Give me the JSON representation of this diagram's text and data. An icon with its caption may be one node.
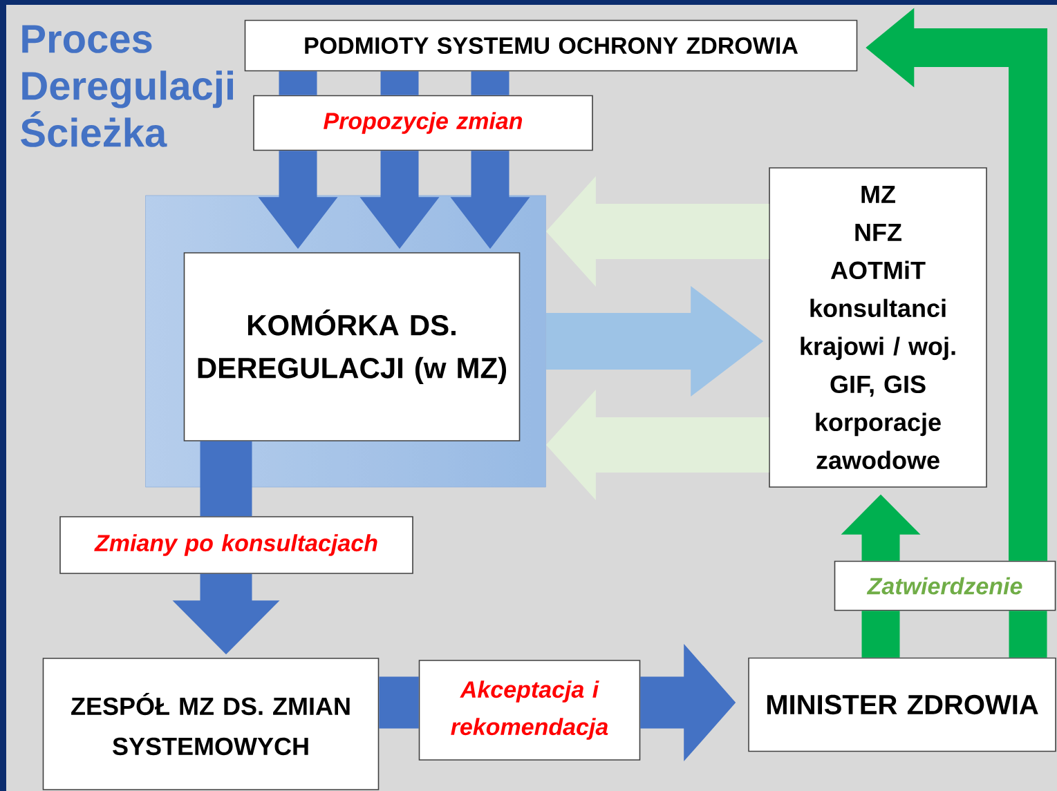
{
  "diagram": {
    "title": "Proces Deregulacji Ścieżka",
    "nodes": [
      {
        "text": [
          "PODMIOTY SYSTEMU OCHRONY ZDROWIA"
        ]
      },
      {
        "text": [
          "Propozycje zmian"
        ]
      },
      {
        "text": [],
        "shape": "box"
      },
      {
        "text": [
          "KOMÓRKA DS. DEREGULACJI (w MZ)"
        ],
        "in": 2
      },
      {
        "text": [
          "MZ",
          "NFZ",
          "AOTMiT",
          "konsultanci krajowi / woj.",
          "GIF, GIS",
          "korporacje zawodowe"
        ]
      },
      {
        "text": [
          "Zmiany po konsultacjach"
        ]
      },
      {
        "text": [
          "ZESPÓŁ MZ DS. ZMIAN SYSTEMOWYCH"
        ]
      },
      {
        "text": [
          "Akceptacja i rekomendacja"
        ]
      },
      {
        "text": [
          "MINISTER ZDROWIA"
        ]
      },
      {
        "text": [
          "Zatwierdzenie"
        ]
      }
    ],
    "edges": [
      {
        "from": 0,
        "to": 1,
        "arrow": "none"
      },
      {
        "from": 0,
        "to": 1,
        "arrow": "none"
      },
      {
        "from": 0,
        "to": 1,
        "arrow": "none"
      },
      {
        "from": 1,
        "to": 3,
        "arrow": "to"
      },
      {
        "from": 1,
        "to": 3,
        "arrow": "to"
      },
      {
        "from": 1,
        "to": 3,
        "arrow": "to"
      },
      {
        "from": 4,
        "to": 2,
        "arrow": "to",
        "color": "#e2efda"
      },
      {
        "from": 2,
        "to": 4,
        "arrow": "to",
        "color": "#9dc3e6"
      },
      {
        "from": 4,
        "to": 2,
        "arrow": "to",
        "color": "#e2efda"
      },
      {
        "from": 3,
        "to": 5,
        "arrow": "none"
      },
      {
        "from": 5,
        "to": 6,
        "arrow": "to"
      },
      {
        "from": 6,
        "to": 7,
        "arrow": "none"
      },
      {
        "from": 7,
        "to": 8,
        "arrow": "to"
      },
      {
        "from": 8,
        "to": 9,
        "arrow": "none",
        "color": "#00b050"
      },
      {
        "from": 9,
        "to": 4,
        "arrow": "to",
        "color": "#00b050"
      },
      {
        "from": 8,
        "to": 9,
        "arrow": "none",
        "color": "#00b050"
      },
      {
        "from": 9,
        "to": 0,
        "arrow": "to",
        "color": "#00b050"
      }
    ]
  }
}
